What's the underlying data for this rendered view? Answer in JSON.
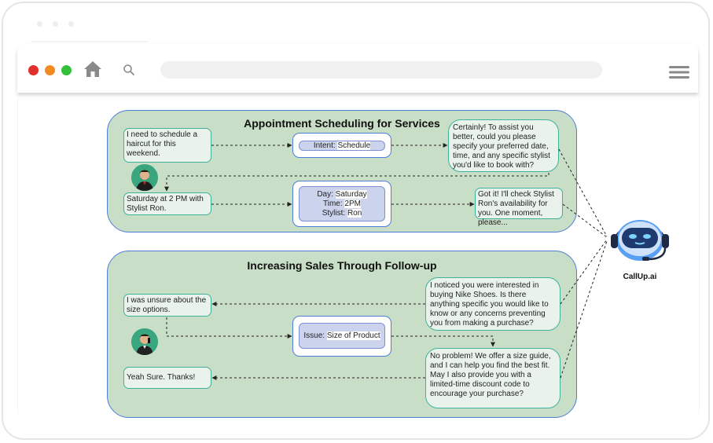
{
  "browser": {
    "icons": [
      "home-icon",
      "search-icon",
      "hamburger-menu-icon"
    ],
    "traffic_lights": [
      "#e0302b",
      "#f38b23",
      "#34c03c"
    ]
  },
  "brand": {
    "name": "CallUp.ai"
  },
  "scheduling": {
    "title": "Appointment Scheduling for Services",
    "user_msg_1": "I need to schedule a haircut for this weekend.",
    "intent_label": "Intent:",
    "intent_value": "Schedule",
    "bot_msg_1": "Certainly! To assist you better, could you please specify your preferred date, time, and any specific stylist you'd like to book with?",
    "user_msg_2": "Saturday at 2 PM with Stylist Ron.",
    "day_label": "Day:",
    "day_value": "Saturday",
    "time_label": "Time:",
    "time_value": "2PM",
    "stylist_label": "Stylist:",
    "stylist_value": "Ron",
    "bot_msg_2": "Got it! I'll check Stylist Ron's availability for you. One moment, please..."
  },
  "sales": {
    "title": "Increasing Sales Through Follow-up",
    "bot_msg_1": "I noticed you were interested in buying Nike Shoes. Is there anything specific you would like to know or any concerns preventing you from making a  purchase?",
    "user_msg_1": "I was unsure about the size options.",
    "issue_label": "Issue:",
    "issue_value": "Size of Product",
    "bot_msg_2": "No problem! We offer a size guide, and I can help you find the best fit. May I also provide you with a limited-time discount code to encourage your purchase?",
    "user_msg_2": "Yeah Sure. Thanks!"
  }
}
